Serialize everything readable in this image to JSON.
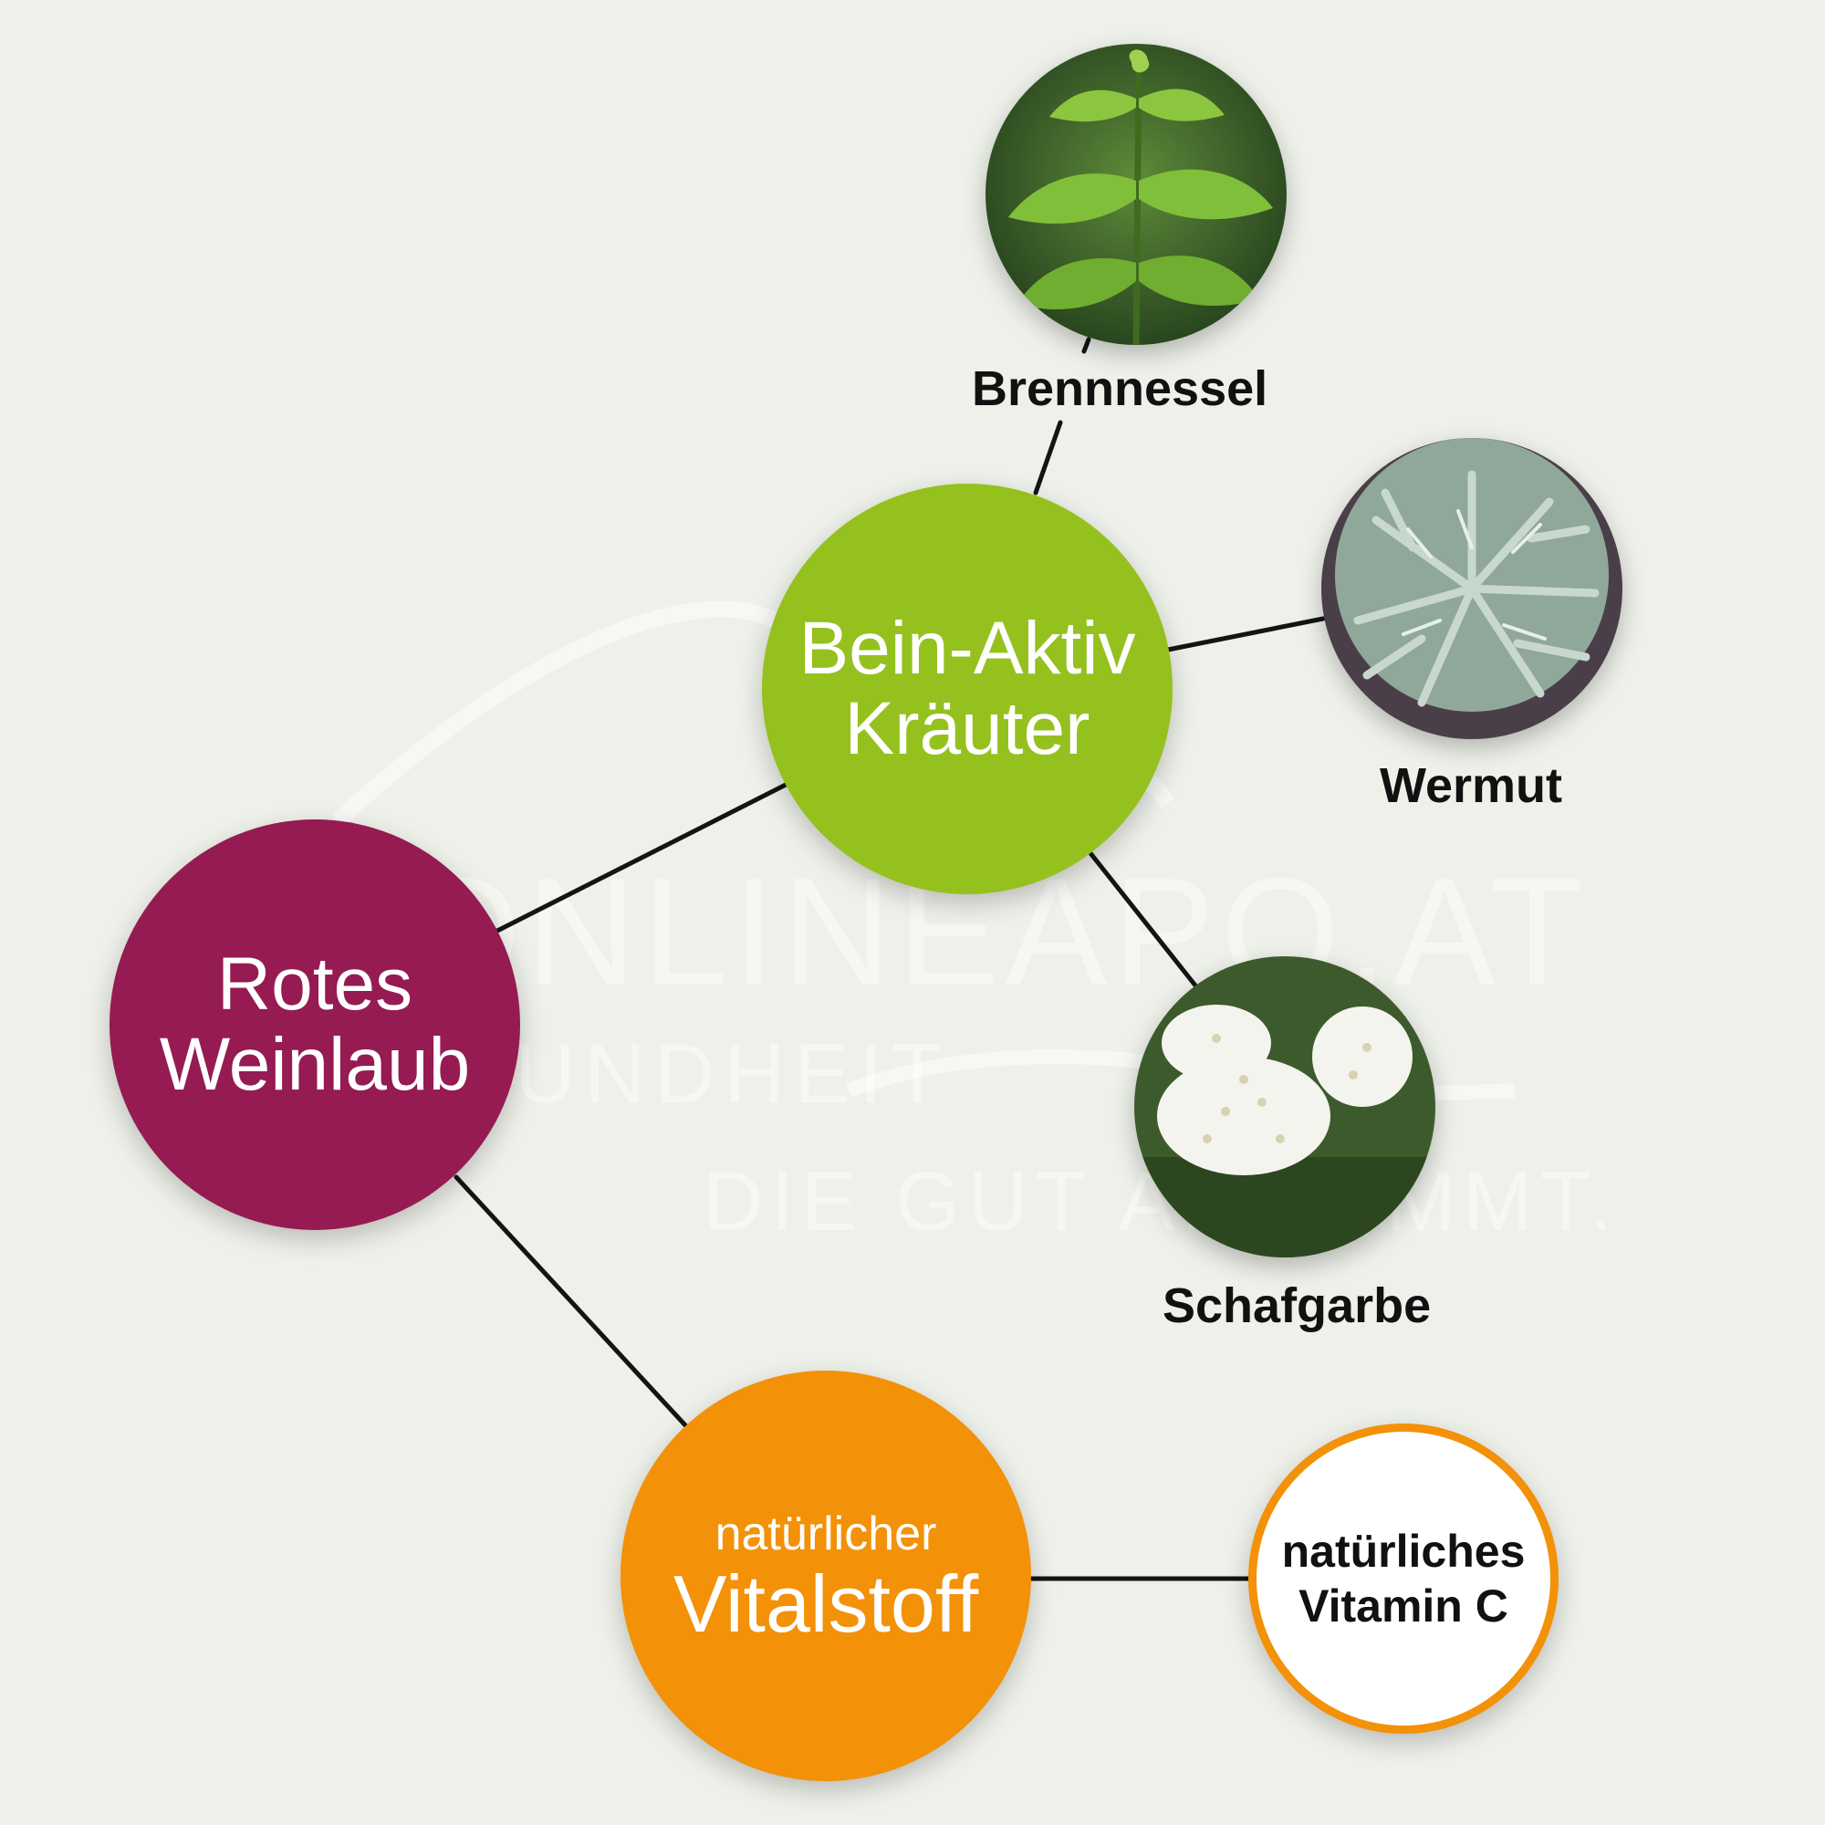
{
  "watermark": {
    "brand": "ONLINEAPO.AT",
    "sub": "GESUNDHEIT",
    "tagline": "DIE GUT ANKOMMT."
  },
  "nodes": {
    "herbs": {
      "line1": "Bein-Aktiv",
      "line2": "Kräuter",
      "color": "#95c11f"
    },
    "wine": {
      "line1": "Rotes",
      "line2": "Weinlaub",
      "color": "#951b52"
    },
    "vital": {
      "line1": "natürlicher",
      "line2": "Vitalstoff",
      "color": "#f39108"
    },
    "vitc": {
      "line1": "natürliches",
      "line2": "Vitamin C",
      "border_color": "#f39108"
    }
  },
  "plants": [
    {
      "name": "Brennnessel",
      "icon": "nettle-photo"
    },
    {
      "name": "Wermut",
      "icon": "wormwood-photo"
    },
    {
      "name": "Schafgarbe",
      "icon": "yarrow-photo"
    }
  ]
}
